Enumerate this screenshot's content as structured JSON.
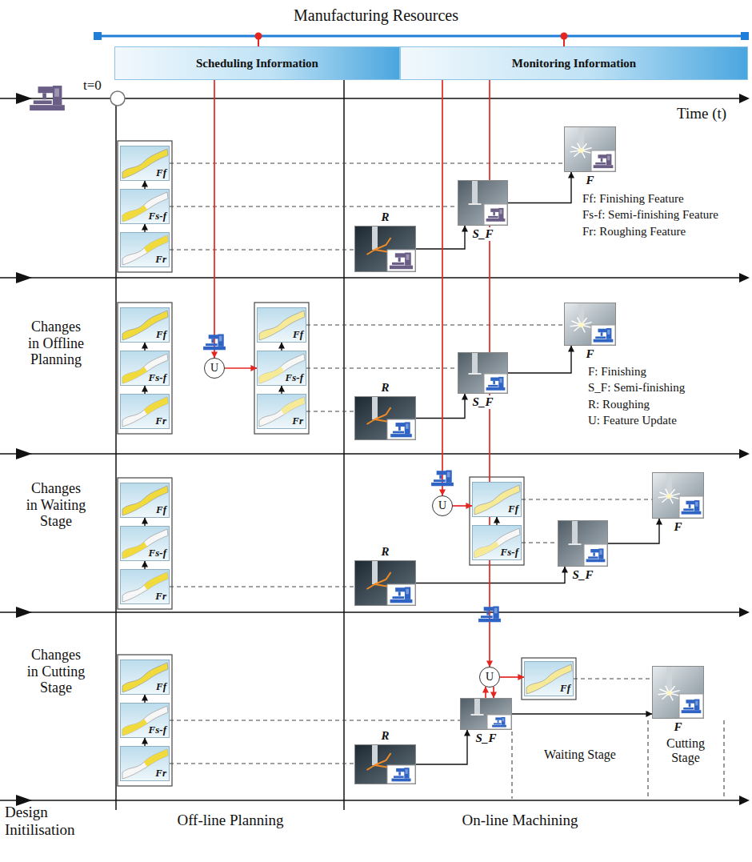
{
  "diagram": {
    "nodes": [
      {
        "text": [
          "Scheduling Information"
        ]
      },
      {
        "text": [
          "Monitoring Information"
        ]
      },
      {
        "text": [
          "Ff"
        ]
      },
      {
        "text": [
          "Fs-f"
        ]
      },
      {
        "text": [
          "Fr"
        ]
      },
      {
        "text": [
          "R"
        ]
      },
      {
        "text": [
          "S_F"
        ]
      },
      {
        "text": [
          "F"
        ]
      },
      {
        "text": [
          "Ff"
        ]
      },
      {
        "text": [
          "Fs-f"
        ]
      },
      {
        "text": [
          "Fr"
        ]
      },
      {
        "text": [
          "U"
        ]
      },
      {
        "text": [
          "Ff"
        ]
      },
      {
        "text": [
          "Fs-f"
        ]
      },
      {
        "text": [
          "Fr"
        ]
      },
      {
        "text": [
          "R"
        ]
      },
      {
        "text": [
          "S_F"
        ]
      },
      {
        "text": [
          "F"
        ]
      },
      {
        "text": [
          "Ff"
        ]
      },
      {
        "text": [
          "Fs-f"
        ]
      },
      {
        "text": [
          "Fr"
        ]
      },
      {
        "text": [
          "U"
        ]
      },
      {
        "text": [
          "Ff"
        ]
      },
      {
        "text": [
          "Fs-f"
        ]
      },
      {
        "text": [
          "R"
        ]
      },
      {
        "text": [
          "S_F"
        ]
      },
      {
        "text": [
          "F"
        ]
      },
      {
        "text": [
          "Ff"
        ]
      },
      {
        "text": [
          "Fs-f"
        ]
      },
      {
        "text": [
          "Fr"
        ]
      },
      {
        "text": [
          "U"
        ]
      },
      {
        "text": [
          "Ff"
        ]
      },
      {
        "text": [
          "R"
        ]
      },
      {
        "text": [
          "S_F"
        ]
      },
      {
        "text": [
          "F"
        ]
      }
    ],
    "edges": [
      {
        "from": 4,
        "to": 3,
        "arrow": "to"
      },
      {
        "from": 3,
        "to": 2,
        "arrow": "to"
      },
      {
        "from": 2,
        "to": 7,
        "arrow": "none"
      },
      {
        "from": 3,
        "to": 6,
        "arrow": "none"
      },
      {
        "from": 4,
        "to": 5,
        "arrow": "none"
      },
      {
        "from": 5,
        "to": 6,
        "arrow": "to"
      },
      {
        "from": 6,
        "to": 7,
        "arrow": "to"
      },
      {
        "from": 10,
        "to": 9,
        "arrow": "to"
      },
      {
        "from": 9,
        "to": 8,
        "arrow": "to"
      },
      {
        "from": 0,
        "to": 11,
        "arrow": "to"
      },
      {
        "from": 11,
        "to": 13,
        "arrow": "to"
      },
      {
        "from": 14,
        "to": 13,
        "arrow": "to"
      },
      {
        "from": 13,
        "to": 12,
        "arrow": "to"
      },
      {
        "from": 12,
        "to": 17,
        "arrow": "none"
      },
      {
        "from": 13,
        "to": 16,
        "arrow": "none"
      },
      {
        "from": 14,
        "to": 15,
        "arrow": "none"
      },
      {
        "from": 15,
        "to": 16,
        "arrow": "to"
      },
      {
        "from": 16,
        "to": 17,
        "arrow": "to"
      },
      {
        "from": 20,
        "to": 19,
        "arrow": "to"
      },
      {
        "from": 19,
        "to": 18,
        "arrow": "to"
      },
      {
        "from": 20,
        "to": 24,
        "arrow": "none"
      },
      {
        "from": 1,
        "to": 21,
        "arrow": "to"
      },
      {
        "from": 21,
        "to": 22,
        "arrow": "to"
      },
      {
        "from": 23,
        "to": 22,
        "arrow": "to"
      },
      {
        "from": 22,
        "to": 26,
        "arrow": "none"
      },
      {
        "from": 23,
        "to": 25,
        "arrow": "none"
      },
      {
        "from": 24,
        "to": 25,
        "arrow": "to"
      },
      {
        "from": 25,
        "to": 26,
        "arrow": "to"
      },
      {
        "from": 29,
        "to": 28,
        "arrow": "to"
      },
      {
        "from": 28,
        "to": 27,
        "arrow": "to"
      },
      {
        "from": 28,
        "to": 33,
        "arrow": "none"
      },
      {
        "from": 29,
        "to": 32,
        "arrow": "none"
      },
      {
        "from": 32,
        "to": 33,
        "arrow": "to"
      },
      {
        "from": 1,
        "to": 30,
        "arrow": "to"
      },
      {
        "from": 33,
        "to": 30,
        "arrow": "to"
      },
      {
        "from": 30,
        "to": 33,
        "arrow": "to"
      },
      {
        "from": 30,
        "to": 31,
        "arrow": "to"
      },
      {
        "from": 31,
        "to": 34,
        "arrow": "none"
      },
      {
        "from": 33,
        "to": 34,
        "arrow": "to"
      }
    ],
    "labels": [
      "Manufacturing Resources",
      "t=0",
      "Time (t)",
      "Ff: Finishing Feature",
      "Fs-f: Semi-finishing Feature",
      "Fr: Roughing Feature",
      "Changes in Offline Planning",
      "F: Finishing",
      "S_F: Semi-finishing",
      "R: Roughing",
      "U: Feature Update",
      "Changes in Waiting Stage",
      "Changes in Cutting Stage",
      "Waiting Stage",
      "Cutting Stage",
      "Design Initilisation",
      "Off-line Planning",
      "On-line Machining"
    ]
  }
}
